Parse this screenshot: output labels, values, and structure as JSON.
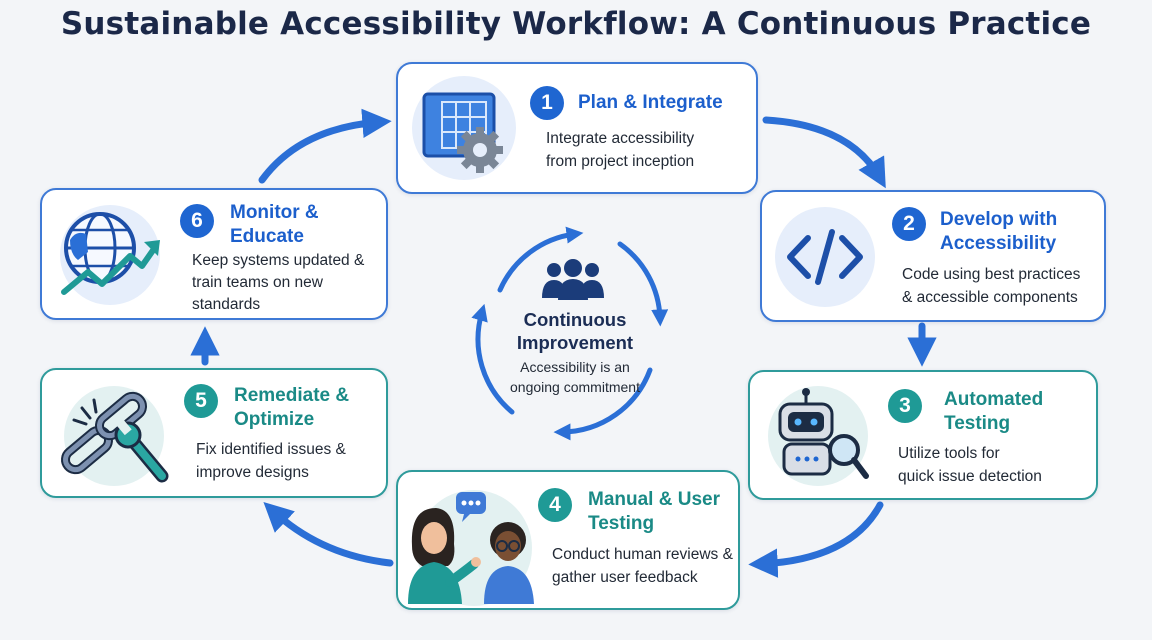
{
  "title": "Sustainable Accessibility Workflow: A Continuous Practice",
  "colors": {
    "blue": "#1f66d1",
    "teal": "#1f9a96",
    "navy": "#1b2848",
    "arrow": "#2b6fd6"
  },
  "steps": [
    {
      "number": "1",
      "title": "Plan & Integrate",
      "description": [
        "Integrate accessibility",
        "from project inception"
      ],
      "icon": "blueprint-gear-icon",
      "style": "blue"
    },
    {
      "number": "2",
      "title": [
        "Develop with",
        "Accessibility"
      ],
      "description": [
        "Code using best practices",
        "& accessible components"
      ],
      "icon": "code-brackets-icon",
      "style": "blue"
    },
    {
      "number": "3",
      "title": [
        "Automated",
        "Testing"
      ],
      "description": [
        "Utilize tools for",
        "quick issue detection"
      ],
      "icon": "robot-magnifier-icon",
      "style": "teal"
    },
    {
      "number": "4",
      "title": [
        "Manual & User",
        "Testing"
      ],
      "description": [
        "Conduct human reviews &",
        "gather user feedback"
      ],
      "icon": "people-chat-icon",
      "style": "teal"
    },
    {
      "number": "5",
      "title": [
        "Remediate &",
        "Optimize"
      ],
      "description": [
        "Fix identified issues &",
        "improve designs"
      ],
      "icon": "broken-link-wrench-icon",
      "style": "teal"
    },
    {
      "number": "6",
      "title": [
        "Monitor &",
        "Educate"
      ],
      "description": [
        "Keep systems updated &",
        "train teams on new",
        "standards"
      ],
      "icon": "globe-trend-icon",
      "style": "blue"
    }
  ],
  "center": {
    "title": [
      "Continuous",
      "Improvement"
    ],
    "description": [
      "Accessibility is an",
      "ongoing commitment"
    ],
    "icon": "team-icon"
  }
}
